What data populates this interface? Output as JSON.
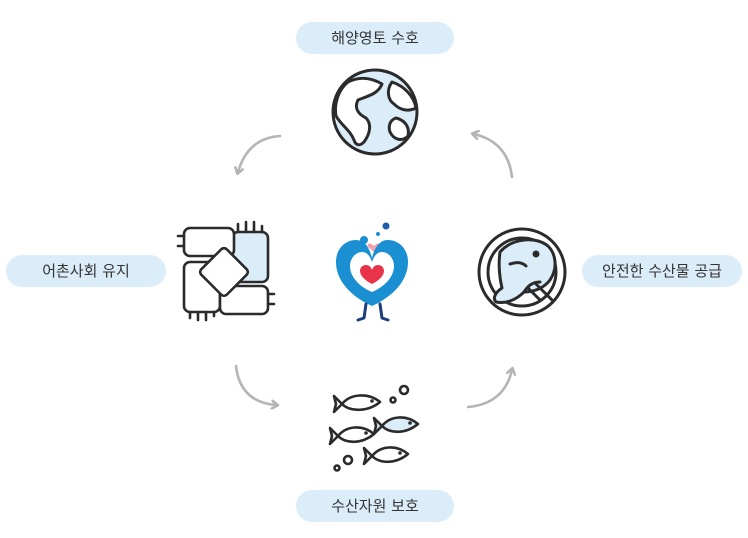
{
  "labels": {
    "top": "해양영토 수호",
    "left": "어촌사회 유지",
    "right": "안전한 수산물 공급",
    "bottom": "수산자원 보호"
  },
  "icons": {
    "top": "globe-icon",
    "left": "joined-hands-icon",
    "center": "heart-mascot-icon",
    "right": "fish-plate-icon",
    "bottom": "fish-school-icon"
  },
  "colors": {
    "pill_background": "#dcedfa",
    "icon_fill": "#dcedfa",
    "icon_stroke": "#2b2b2b",
    "arrow": "#b5b5b5",
    "mascot_blue": "#1a8fd2",
    "mascot_heart": "#e8334a"
  }
}
